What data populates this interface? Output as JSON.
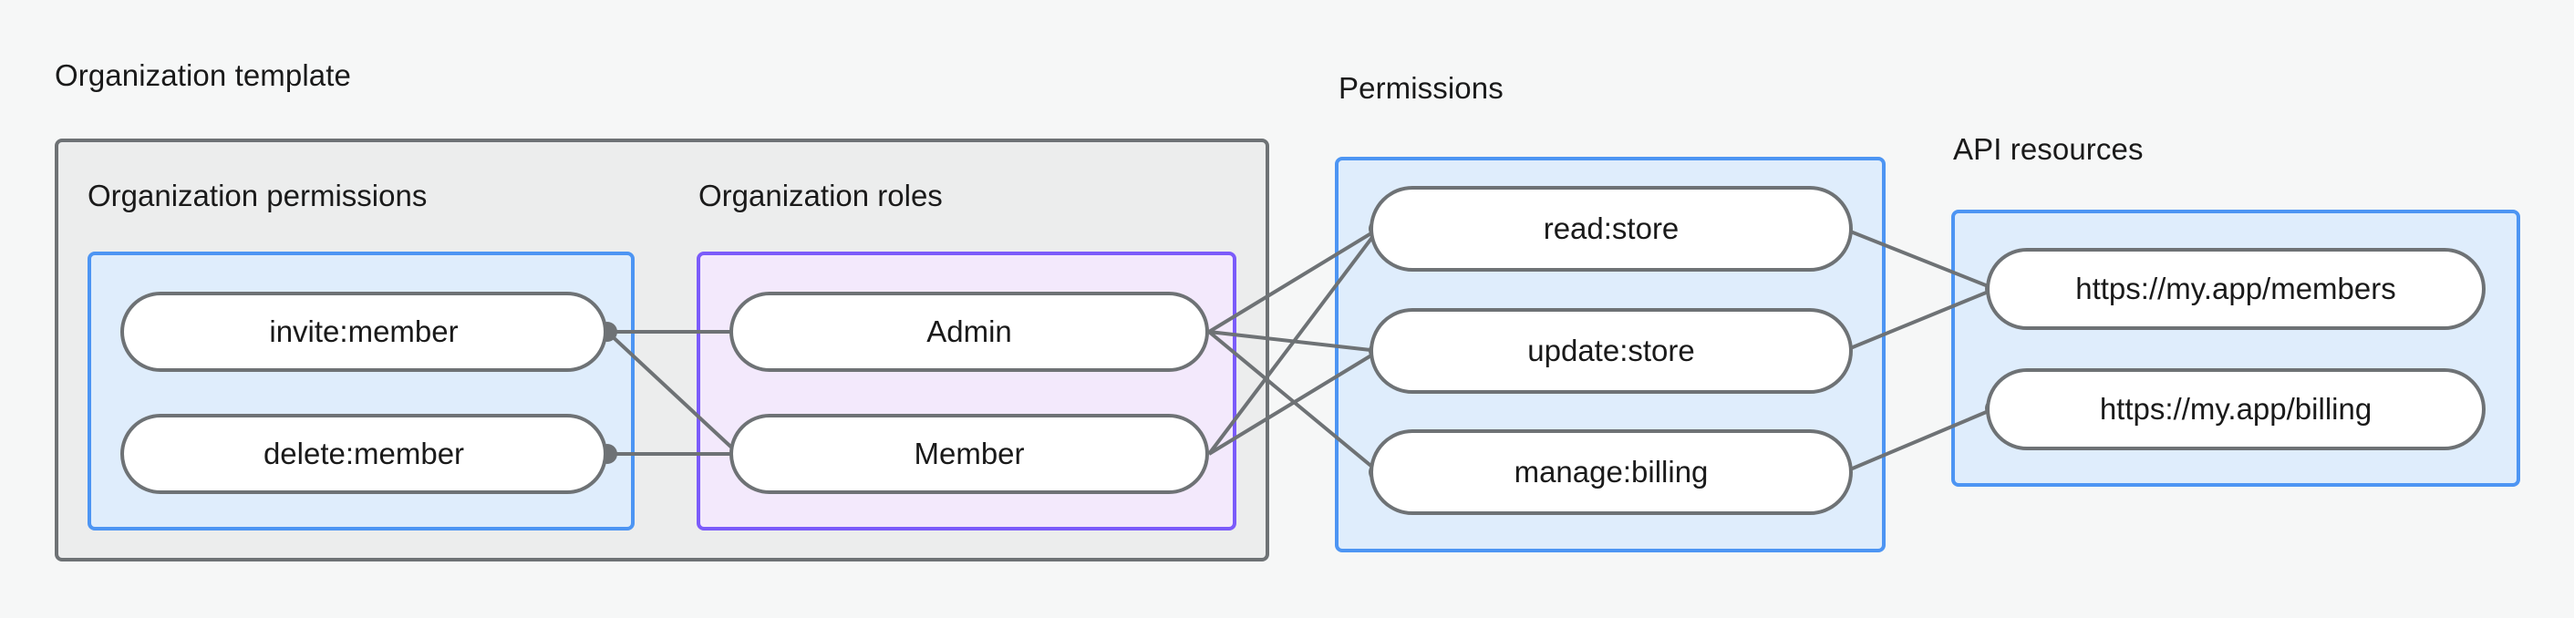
{
  "diagram": {
    "title_org_template": "Organization template",
    "title_permissions": "Permissions",
    "title_api_resources": "API resources",
    "subtitle_org_permissions": "Organization permissions",
    "subtitle_org_roles": "Organization roles"
  },
  "nodes": {
    "org_permissions": [
      {
        "id": "invite-member",
        "label": "invite:member"
      },
      {
        "id": "delete-member",
        "label": "delete:member"
      }
    ],
    "org_roles": [
      {
        "id": "admin",
        "label": "Admin"
      },
      {
        "id": "member",
        "label": "Member"
      }
    ],
    "permissions": [
      {
        "id": "read-store",
        "label": "read:store"
      },
      {
        "id": "update-store",
        "label": "update:store"
      },
      {
        "id": "manage-billing",
        "label": "manage:billing"
      }
    ],
    "api_resources": [
      {
        "id": "members-url",
        "label": "https://my.app/members"
      },
      {
        "id": "billing-url",
        "label": "https://my.app/billing"
      }
    ]
  },
  "edges": [
    {
      "from": "invite-member",
      "to": "admin"
    },
    {
      "from": "invite-member",
      "to": "member"
    },
    {
      "from": "delete-member",
      "to": "member"
    },
    {
      "from": "admin",
      "to": "read-store"
    },
    {
      "from": "admin",
      "to": "update-store"
    },
    {
      "from": "admin",
      "to": "manage-billing"
    },
    {
      "from": "member",
      "to": "read-store"
    },
    {
      "from": "member",
      "to": "update-store"
    },
    {
      "from": "read-store",
      "to": "members-url"
    },
    {
      "from": "update-store",
      "to": "members-url"
    },
    {
      "from": "manage-billing",
      "to": "billing-url"
    }
  ],
  "colors": {
    "canvas_background": "#F6F7F7",
    "gray_container_fill": "#ECEDED",
    "gray_container_border": "#6E7275",
    "blue_container_fill": "#DFEDFC",
    "blue_container_border": "#4D95F3",
    "purple_container_fill": "#F3E9FC",
    "purple_container_border": "#7B5BFA",
    "node_fill": "#FFFFFF",
    "node_border": "#6E7275",
    "edge_stroke": "#6E7275",
    "text": "#1A1A1A"
  }
}
